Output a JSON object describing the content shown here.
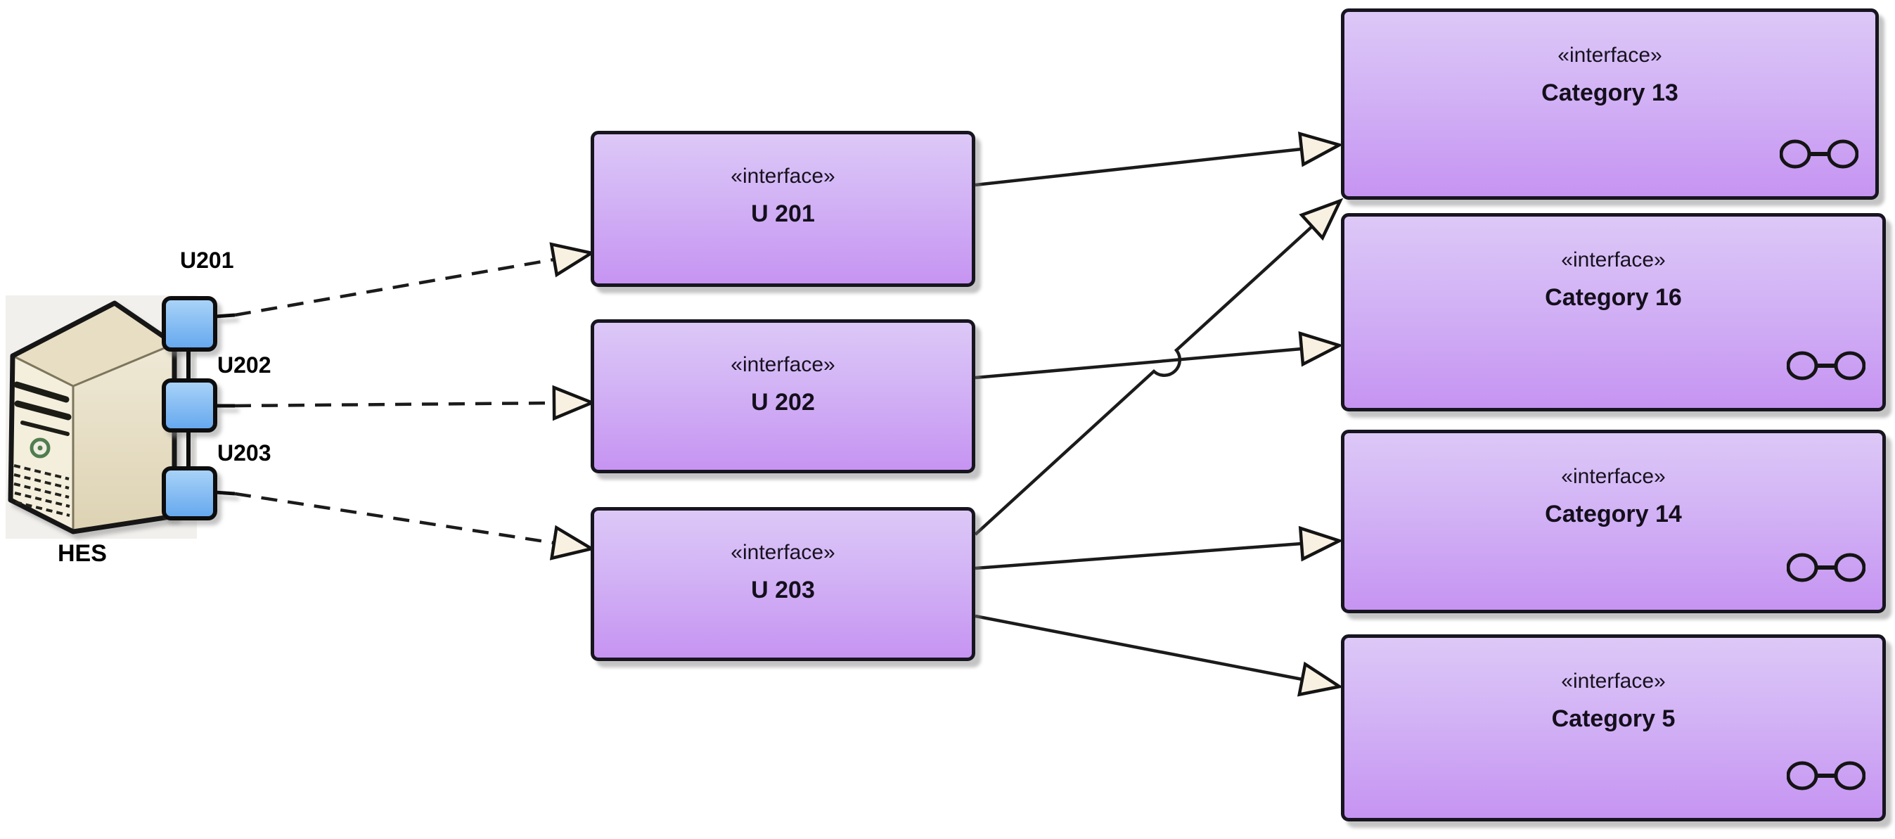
{
  "server": {
    "name": "HES",
    "ports": [
      {
        "id": "U201"
      },
      {
        "id": "U202"
      },
      {
        "id": "U203"
      }
    ]
  },
  "interfaces": {
    "u201": {
      "stereotype": "«interface»",
      "name": "U 201"
    },
    "u202": {
      "stereotype": "«interface»",
      "name": "U 202"
    },
    "u203": {
      "stereotype": "«interface»",
      "name": "U 203"
    },
    "cat13": {
      "stereotype": "«interface»",
      "name": "Category 13"
    },
    "cat16": {
      "stereotype": "«interface»",
      "name": "Category 16"
    },
    "cat14": {
      "stereotype": "«interface»",
      "name": "Category 14"
    },
    "cat5": {
      "stereotype": "«interface»",
      "name": "Category 5"
    }
  },
  "relations": [
    {
      "from": "HES:U201",
      "to": "U 201",
      "type": "dashed-realization"
    },
    {
      "from": "HES:U202",
      "to": "U 202",
      "type": "dashed-realization"
    },
    {
      "from": "HES:U203",
      "to": "U 203",
      "type": "dashed-realization"
    },
    {
      "from": "U 201",
      "to": "Category 13",
      "type": "generalization"
    },
    {
      "from": "U 202",
      "to": "Category 16",
      "type": "generalization"
    },
    {
      "from": "U 203",
      "to": "Category 13",
      "type": "generalization"
    },
    {
      "from": "U 203",
      "to": "Category 14",
      "type": "generalization"
    },
    {
      "from": "U 203",
      "to": "Category 5",
      "type": "generalization"
    }
  ],
  "colors": {
    "box_fill_top": "#dcc8f7",
    "box_fill_bottom": "#c694f2",
    "box_border": "#17151f",
    "port_fill_top": "#abd4f8",
    "port_fill_bottom": "#63a7ee",
    "arrowhead_fill": "#f8f1e2",
    "line": "#1b1b1b",
    "server_front": "#f4eedd",
    "server_top": "#e7dec3",
    "label_text": "#000000"
  }
}
